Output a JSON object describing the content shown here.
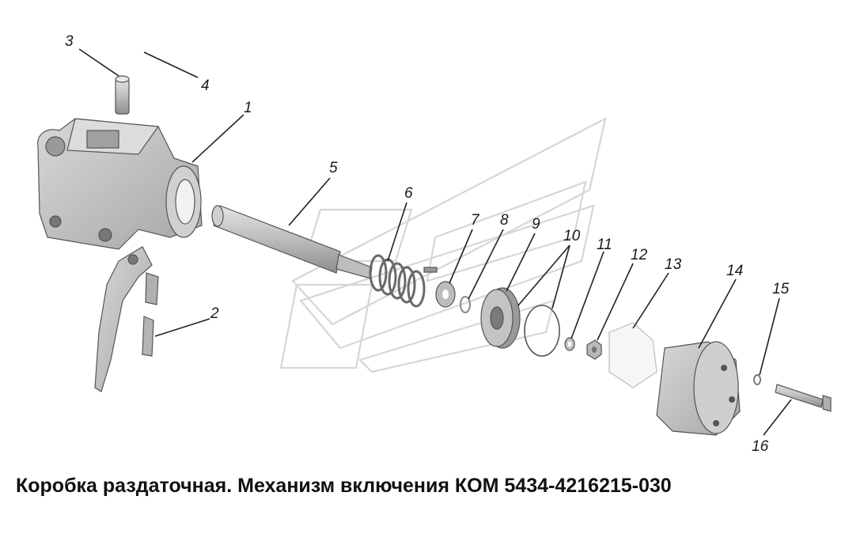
{
  "caption": "Коробка раздаточная. Механизм включения КОМ 5434-4216215-030",
  "callouts": [
    "1",
    "2",
    "3",
    "4",
    "5",
    "6",
    "7",
    "8",
    "9",
    "10",
    "11",
    "12",
    "13",
    "14",
    "15",
    "16"
  ],
  "colors": {
    "part_fill": "#c8c8c8",
    "part_dark": "#8a8a8a",
    "text": "#111111"
  }
}
